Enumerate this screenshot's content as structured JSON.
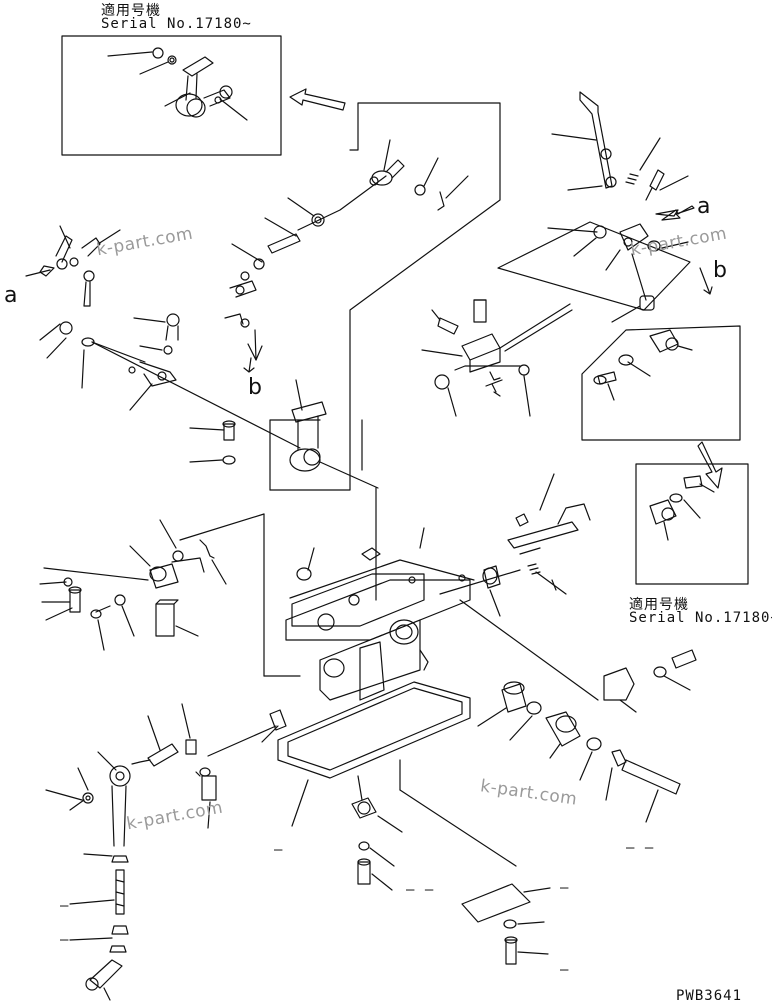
{
  "applicable_top": {
    "title": "適用号機",
    "serial": "Serial No.17180~"
  },
  "applicable_right": {
    "title": "適用号機",
    "serial": "Serial No.17180~"
  },
  "callouts": {
    "a_left": "a",
    "a_right": "a",
    "b_left": "b",
    "b_right": "b"
  },
  "watermark": {
    "text": "k-part.com"
  },
  "drawing_code": "PWB3641",
  "dash_marks": [
    "–",
    "– –",
    "– –",
    "–",
    "–",
    "–",
    "–"
  ],
  "colors": {
    "line": "#111111",
    "watermark": "#9a9a9a",
    "background": "#ffffff"
  }
}
